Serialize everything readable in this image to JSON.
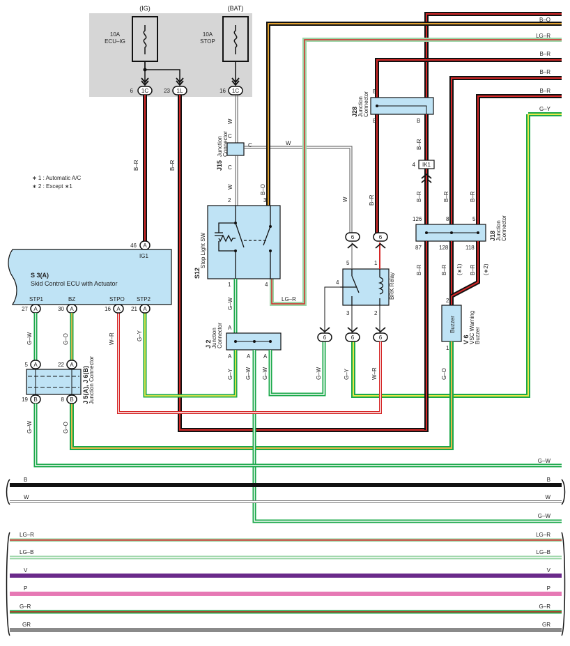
{
  "notes": {
    "note1": "∗ 1 : Automatic A/C",
    "note2": "∗ 2 : Except ∗1"
  },
  "power": {
    "ig": "(IG)",
    "bat": "(BAT)",
    "fuse1_amp": "10A",
    "fuse1_name": "ECU–IG",
    "fuse2_amp": "10A",
    "fuse2_name": "STOP"
  },
  "pins_top": {
    "p6": "6",
    "c6": "1C",
    "p23": "23",
    "c23": "1L",
    "p16": "16",
    "c16": "1C"
  },
  "ecu": {
    "id": "S 3(A)",
    "name": "Skid Control ECU with Actuator",
    "ig1": "IG1",
    "pin46": "46",
    "stp1": "STP1",
    "bz": "BZ",
    "stpo": "STPO",
    "stp2": "STP2",
    "pin27": "27",
    "pin30": "30",
    "pin16": "16",
    "pin21": "21",
    "conn": "A"
  },
  "j15": {
    "id": "J15",
    "name1": "Junction",
    "name2": "Connector",
    "c": "C"
  },
  "s12": {
    "id": "S12",
    "name": "Stop Light SW",
    "pin1": "1",
    "pin2": "2",
    "pin3": "3",
    "pin4": "4"
  },
  "j2": {
    "id": "J 2",
    "name1": "Junction",
    "name2": "Connector",
    "a": "A"
  },
  "j5": {
    "id": "J 5(A), J 6(B)",
    "name": "Junction Connector",
    "p5": "5",
    "p22": "22",
    "p19": "19",
    "p8": "8",
    "a": "A",
    "b": "B"
  },
  "j28": {
    "id": "J28",
    "name1": "Junction",
    "name2": "Connector",
    "b": "B"
  },
  "ik1": {
    "pin": "4",
    "conn": "IK1"
  },
  "j18": {
    "id": "J18",
    "name1": "Junction",
    "name2": "Connector",
    "p126": "126",
    "p8": "8",
    "p5": "5",
    "p87": "87",
    "p128": "128",
    "p118": "118"
  },
  "relay": {
    "name": "BRK Relay",
    "p1": "1",
    "p2": "2",
    "p3": "3",
    "p4": "4",
    "p5": "5"
  },
  "buzzer": {
    "id": "V 6",
    "name1": "VSC Warning",
    "name2": "Buzzer",
    "label": "Buzzer",
    "p1": "1",
    "p2": "2",
    "star1": "(∗1)",
    "star2": "(∗2)"
  },
  "conn6": "6",
  "wires": {
    "bo": "B–O",
    "lgr": "LG–R",
    "br": "B–R",
    "gy": "G–Y",
    "w": "W",
    "gw": "G–W",
    "go": "G–O",
    "wr": "W–R",
    "lgb": "LG–B",
    "b": "B",
    "v": "V",
    "p": "P",
    "gr2": "G–R",
    "gray": "GR",
    "c": "C"
  },
  "colors": {
    "panel": "#d6d6d6",
    "box": "#bfe3f5",
    "black": "#111111",
    "red": "#d62828",
    "green": "#1aa84a",
    "yellow": "#e8e84a",
    "orange": "#e0a030",
    "violet": "#6a2a8a",
    "pink": "#e678b4",
    "gray": "#8a8a8a",
    "lightgreen": "#9dd6a8"
  }
}
